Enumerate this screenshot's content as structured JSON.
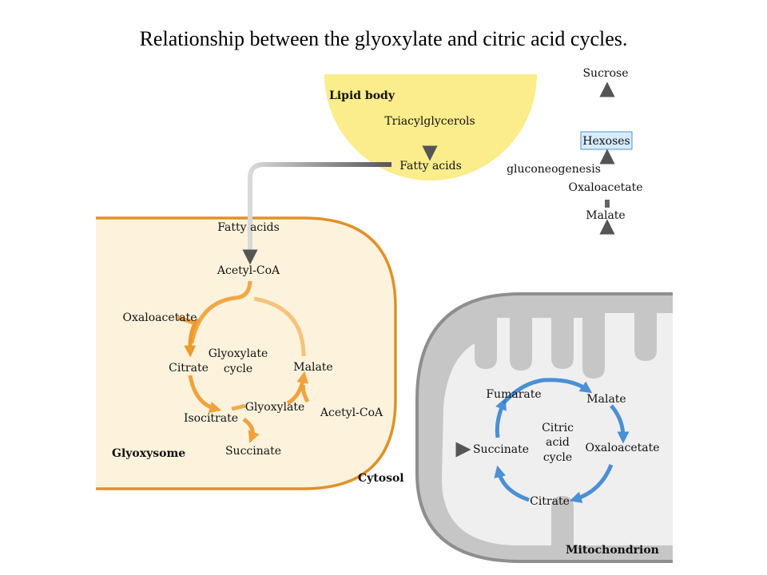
{
  "title": "Relationship between the glyoxylate and citric acid cycles.",
  "colors": {
    "lipid_fill": "#fbec8c",
    "glyoxysome_fill": "#fdf3dc",
    "glyoxysome_border": "#e0912a",
    "glyoxylate_arrow": "#ef9a2c",
    "mito_outer": "#c8c8c8",
    "mito_border": "#8e8e8e",
    "mito_inner": "#efefef",
    "citric_arrow": "#2f7fd0",
    "hexoses_box": "#d6ecff",
    "gray_arrow": "#5a5a5a"
  },
  "lipid_body": {
    "label": "Lipid body",
    "triacylglycerols": "Triacylglycerols",
    "fatty_acids": "Fatty acids"
  },
  "glyoxysome": {
    "label": "Glyoxysome",
    "fatty_acids": "Fatty acids",
    "acetyl_coa_top": "Acetyl-CoA",
    "oxaloacetate": "Oxaloacetate",
    "citrate": "Citrate",
    "cycle_line1": "Glyoxylate",
    "cycle_line2": "cycle",
    "malate": "Malate",
    "isocitrate": "Isocitrate",
    "glyoxylate": "Glyoxylate",
    "acetyl_coa_side": "Acetyl-CoA",
    "succinate": "Succinate"
  },
  "cytosol": {
    "label": "Cytosol",
    "sucrose": "Sucrose",
    "hexoses": "Hexoses",
    "gluconeogenesis": "gluconeogenesis",
    "oxaloacetate": "Oxaloacetate",
    "malate": "Malate"
  },
  "mitochondrion": {
    "label": "Mitochondrion",
    "fumarate": "Fumarate",
    "malate": "Malate",
    "cycle_line1": "Citric",
    "cycle_line2": "acid",
    "cycle_line3": "cycle",
    "succinate": "Succinate",
    "oxaloacetate": "Oxaloacetate",
    "citrate": "Citrate"
  }
}
